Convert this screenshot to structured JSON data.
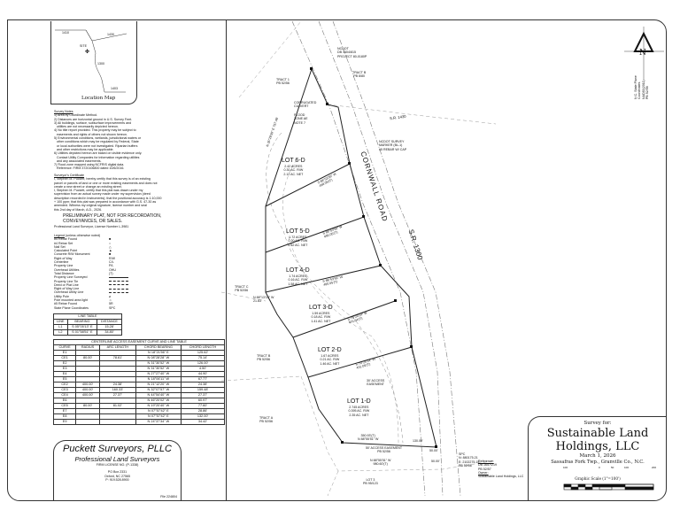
{
  "location_map": {
    "title": "Location Map",
    "roads": [
      "1410",
      "1430",
      "1300",
      "1403"
    ],
    "site_label": "SITE"
  },
  "survey_notes": {
    "heading": "Survey Notes",
    "items": [
      "1) Area by Coordinate Method.",
      "2) Distances are horizontal ground in U.S. Survey Feet.",
      "3) All buildings, surface, subsurface improvements and",
      "   utilities are not necessarily depicted hereon.",
      "4) No title report provided. This property may be subject to",
      "   easements and rights of others not shown hereon.",
      "5) Environmental conditions, wetlands, jurisdictional waters or",
      "   other conditions which may be regulated by Federal, State",
      "   or local authorities were not investigated. Riparian buffers",
      "   and other restrictions may be applicable.",
      "6) Utilities depicted hereon are based on visible evidence only.",
      "   Contact Utility Companies for information regarding utilities",
      "   and any associated easements.",
      "7) Flood zone mapped using NCFRIS digital data.",
      "   Reference: FIRM 3720106800 dated 10/6/2016."
    ]
  },
  "certificate": {
    "heading": "Surveyor's Certificate",
    "lines": [
      "I, Stephen M. Puckett, hereby certify that this survey is of an existing",
      "parcel or parcels of land or one or more existing easements and does not",
      "create a new street or change an existing street.",
      "I, Stephen M. Puckett, certify that this plat was drawn under my",
      "supervision from an actual survey made under my supervision (deed",
      "description recorded in Instruments); that the positional accuracy is 1:10,000",
      "+ 100 ppm; that this plat was prepared in accordance with G.S. 47-30 as",
      "amended. Witness my original signature, license number and seal",
      "this 2nd day of March, A.D., 2026."
    ],
    "preliminary": [
      "PRELIMINARY PLAT, NOT FOR RECORDATION,",
      "CONVEYANCES, OR SALES."
    ],
    "license": "Professional Land Surveyor, License Number L-3981"
  },
  "legend": {
    "heading": "Legend",
    "subheading": "(unless otherwise noted)",
    "items": [
      {
        "label": "#4 Rebar Found",
        "sym": "■"
      },
      {
        "label": "#4 Rebar Set",
        "sym": "○"
      },
      {
        "label": "Nail Set",
        "sym": "△"
      },
      {
        "label": "Calculated Point",
        "sym": "▲"
      },
      {
        "label": "Concrete R/W Monument",
        "sym": "■"
      },
      {
        "label": "Right of Way",
        "sym": "R/W"
      },
      {
        "label": "Centerline",
        "sym": "C/L"
      },
      {
        "label": "Property Line",
        "sym": "P/L"
      },
      {
        "label": "Overhead Utilities",
        "sym": "OHU"
      },
      {
        "label": "Total Distance",
        "sym": "(T)"
      },
      {
        "label": "Property Line Surveyed",
        "sym": "line-solid"
      },
      {
        "label": "Property Line Tie",
        "sym": "line-dash"
      },
      {
        "label": "Deed or Plat Line",
        "sym": "line-dash"
      },
      {
        "label": "Right of Way Line",
        "sym": "line-dashdot"
      },
      {
        "label": "Overhead Utility Line",
        "sym": "line-dash"
      },
      {
        "label": "Utility Pole",
        "sym": "⌀"
      },
      {
        "label": "Pole mounted area light",
        "sym": "☼"
      },
      {
        "label": "#5 Rebar Found",
        "sym": "5R"
      },
      {
        "label": "State Plane Coordinates",
        "sym": "SPC"
      }
    ]
  },
  "line_table": {
    "title": "LINE TABLE",
    "headers": [
      "LINE",
      "BEARING",
      "DISTANCE"
    ],
    "rows": [
      [
        "L1",
        "S 05°05'13\" E",
        "15.28'"
      ],
      [
        "L2",
        "S 01°58'51\" E",
        "34.80'"
      ]
    ]
  },
  "curve_table": {
    "title": "CENTERLINE ACCESS EASEMENT CURVE AND LINE TABLE",
    "headers": [
      "CURVE",
      "RADIUS",
      "ARC LENGTH",
      "CHORD BEARING",
      "CHORD LENGTH"
    ],
    "rows": [
      [
        "E1",
        "",
        "",
        "N 18°21'56\" E",
        "125.62'"
      ],
      [
        "CE1",
        "80.00'",
        "78.61'",
        "N 08°28'28\" W",
        "75.14'"
      ],
      [
        "E2",
        "",
        "",
        "N 31°30'52\" W",
        "126.00'"
      ],
      [
        "E3",
        "",
        "",
        "N 31°30'52\" W",
        "4.50'"
      ],
      [
        "E4",
        "",
        "",
        "N 27°27'40\" W",
        "44.90'"
      ],
      [
        "E5",
        "",
        "",
        "N 18°06'11\" W",
        "67.77'"
      ],
      [
        "CE2",
        "400.00'",
        "24.38'",
        "N 21°12'20\" W",
        "24.38'"
      ],
      [
        "CE3",
        "400.00'",
        "160.33'",
        "N 32°07'57\" W",
        "159.48'"
      ],
      [
        "CE4",
        "400.00'",
        "27.37'",
        "N 44°54'40\" W",
        "27.37'"
      ],
      [
        "E6",
        "",
        "",
        "N 46°20'02\" W",
        "60.97'"
      ],
      [
        "CE5",
        "80.00'",
        "81.02'",
        "N 19°20'40\" W",
        "77.60'"
      ],
      [
        "E7",
        "",
        "",
        "N 07°57'42\" E",
        "28.86'"
      ],
      [
        "E8",
        "",
        "",
        "N 07°57'42\" E",
        "132.00'"
      ],
      [
        "E9",
        "",
        "",
        "N 24°37'34\" W",
        "34.42'"
      ]
    ]
  },
  "firm": {
    "name": "Puckett Surveyors, PLLC",
    "subtitle": "Professional Land Surveyors",
    "license": "FIRM LICENSE NO. (P-1338)",
    "address": [
      "PO Box 2331",
      "Oxford, NC 27565",
      "P: 919.528.8900"
    ],
    "file": "File 224804"
  },
  "plat": {
    "lots": [
      {
        "name": "LOT 6-D",
        "acres": "2.42 ACRES",
        "rw": "0.30 AC. R/W",
        "net": "2.12 AC. NET"
      },
      {
        "name": "LOT 5-D",
        "acres": "1.72 ACRES",
        "rw": "0.20 AC. R/W",
        "net": "1.52 AC. NET"
      },
      {
        "name": "LOT 4-D",
        "acres": "1.74 ACRES",
        "rw": "0.16 AC. R/W",
        "net": "1.58 AC. NET"
      },
      {
        "name": "LOT 3-D",
        "acres": "1.59 ACRES",
        "rw": "0.18 AC. R/W",
        "net": "1.41 AC. NET"
      },
      {
        "name": "LOT 2-D",
        "acres": "1.67 ACRES",
        "rw": "0.21 AC. R/W",
        "net": "1.46 AC. NET"
      },
      {
        "name": "LOT 1-D",
        "acres": "2.745 ACRES",
        "rw": "0.395 AC. R/W",
        "net": "2.35 AC. NET"
      }
    ],
    "tracts": [
      {
        "name": "TRACT 1",
        "ref": "PB 52/56"
      },
      {
        "name": "TRACT B",
        "ref": "PB 8/80"
      },
      {
        "name": "TRACT C",
        "ref": "PB 52/56"
      },
      {
        "name": "TRACT B",
        "ref": "PB 52/56"
      },
      {
        "name": "TRACT A",
        "ref": "PB 52/56"
      },
      {
        "name": "LOT 3",
        "ref": "PB 95/123"
      }
    ],
    "road_name": "CORNWALL ROAD",
    "road_sr": "S.R. 1300",
    "sr_1430": "S.R. 1430",
    "ncdot": [
      "NCDOT",
      "DB 1404/815",
      "PROJECT 80-0180P"
    ],
    "ncdot_marker": [
      "NCDOT SURVEY",
      "MARKER (BL-1)",
      "#5 REBAR W/ CAP"
    ],
    "culvert": [
      "CORRUGATED",
      "CULVERT"
    ],
    "flood": [
      "FLOOD",
      "ZONE AE",
      "NOTE 7"
    ],
    "easement_30": [
      "30' ACCESS",
      "EASEMENT"
    ],
    "south_easement": [
      "50' ACCESS EASEMENT",
      "PB 52/56"
    ],
    "south_dist": [
      "350.93'(T)",
      "N 88°55'51\" W"
    ],
    "south_dist2": [
      "N 88°55'51\" W",
      "980.60'(T)"
    ],
    "tie_label": "N 88°13'10\" W",
    "tie_dist": "21.83'",
    "spc": [
      "SPC",
      "N: 880175.21",
      "E: 2102275.15",
      "PB 52/56"
    ],
    "bearings": [
      "S 88°53'56\" W",
      "S 88°53'56\" W",
      "S 88°53'56\" W",
      "S 79°20'24\" W",
      "S 79°20'24\" W"
    ],
    "dists": [
      "490.05'(T)",
      "490.05'(T)",
      "490.05'(T)",
      "476.64'(T)",
      "431.09'(T)"
    ],
    "misc": [
      "130.09'",
      "50.00'",
      "50.00'"
    ],
    "lot6_west": [
      "N 35°28'39\" E",
      "757.48'"
    ]
  },
  "north_arrow": {
    "letter": "N",
    "datum": [
      "N.C. State Plane",
      "Coordinates",
      "NAD83(2011)",
      "PB 52/56"
    ]
  },
  "references": {
    "heading": "Reference:",
    "lines": [
      "DB 1657/219",
      "PB 52/57"
    ],
    "owner_heading": "Owner:",
    "owner": "Sustainable Land Holdings, LLC"
  },
  "title_block": {
    "survey_for": "Survey for:",
    "client_line1": "Sustainable Land",
    "client_line2": "Holdings, LLC",
    "date": "March 1, 2026",
    "location": "Sassafras Fork Twp.,  Granville Co., N.C.",
    "scale_ticks": [
      "100",
      "0",
      "50",
      "100",
      "200"
    ],
    "scale_label": "Graphic Scale (1\"=100')"
  }
}
